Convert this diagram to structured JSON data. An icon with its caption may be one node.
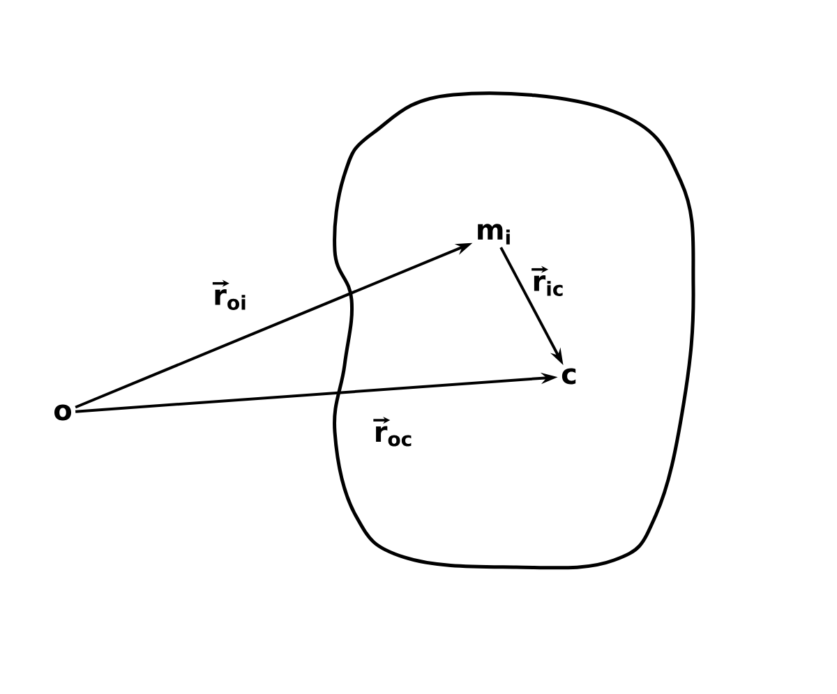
{
  "diagram": {
    "nodes": [
      {
        "text": [
          "o"
        ]
      },
      {
        "text": [
          "m$_{i}$"
        ]
      },
      {
        "text": [
          "c"
        ]
      }
    ],
    "edges": [
      {
        "from": 0,
        "to": 1,
        "arrow": "to",
        "label": "r$_{oi}$"
      },
      {
        "from": 1,
        "to": 2,
        "arrow": "to",
        "label": "r$_{ic}$"
      },
      {
        "from": 0,
        "to": 2,
        "arrow": "to",
        "label": "r$_{oc}$"
      }
    ]
  }
}
